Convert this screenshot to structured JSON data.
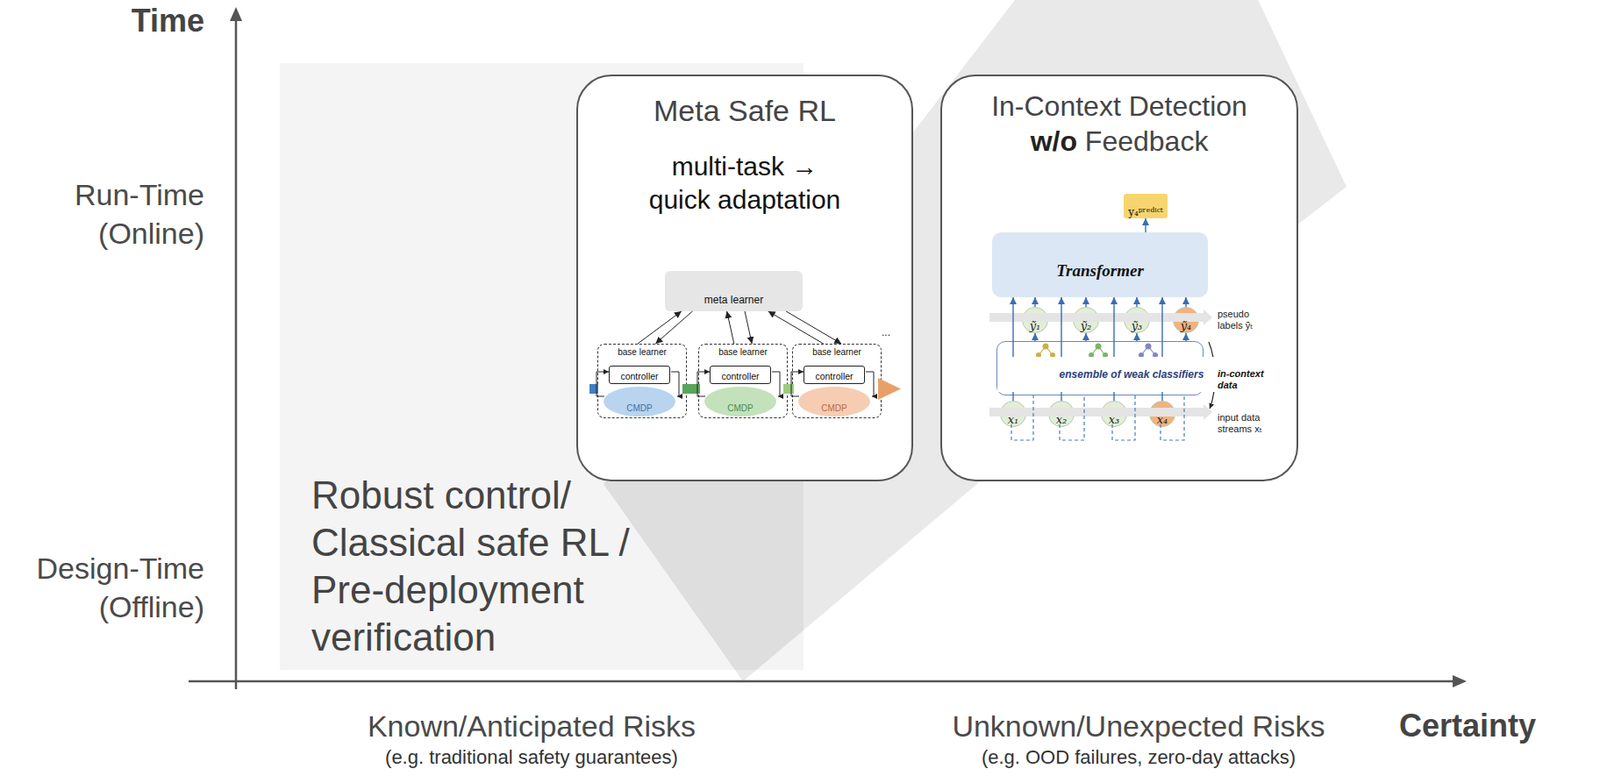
{
  "diagram": {
    "nodes": [
      {
        "text": [
          "Robust control/ Classical safe RL / Pre-deployment verification"
        ]
      },
      {
        "text": [
          "Meta Safe RL",
          "multi-task → quick adaptation"
        ]
      },
      {
        "text": [
          "meta learner"
        ],
        "in": 1
      },
      {
        "text": [
          "base learner"
        ],
        "in": 1
      },
      {
        "text": [
          "controller"
        ],
        "in": 3
      },
      {
        "text": [
          "CMDP"
        ],
        "in": 3
      },
      {
        "text": [
          "base learner"
        ],
        "in": 1
      },
      {
        "text": [
          "controller"
        ],
        "in": 6
      },
      {
        "text": [
          "CMDP"
        ],
        "in": 6
      },
      {
        "text": [
          "base learner"
        ],
        "in": 1
      },
      {
        "text": [
          "controller"
        ],
        "in": 9
      },
      {
        "text": [
          "CMDP"
        ],
        "in": 9
      },
      {
        "text": [
          "In-Context Detection w/o Feedback"
        ]
      },
      {
        "text": [
          "y₄ᵖʳᵉᵈⁱᶜᵗ"
        ],
        "in": 12
      },
      {
        "text": [
          "Transformer"
        ],
        "in": 12
      },
      {
        "text": [
          "ỹ₁"
        ],
        "in": 12
      },
      {
        "text": [
          "ỹ₂"
        ],
        "in": 12
      },
      {
        "text": [
          "ỹ₃"
        ],
        "in": 12
      },
      {
        "text": [
          "ỹ₄"
        ],
        "in": 12
      },
      {
        "text": [
          "ensemble of weak classifiers"
        ],
        "in": 12
      },
      {
        "text": [
          "x₁"
        ],
        "in": 12
      },
      {
        "text": [
          "x₂"
        ],
        "in": 12
      },
      {
        "text": [
          "x₃"
        ],
        "in": 12
      },
      {
        "text": [
          "x₄"
        ],
        "in": 12
      }
    ],
    "edges": [
      {
        "from": 3,
        "to": 2,
        "arrow": "to"
      },
      {
        "from": 2,
        "to": 3,
        "arrow": "to"
      },
      {
        "from": 6,
        "to": 2,
        "arrow": "to"
      },
      {
        "from": 2,
        "to": 6,
        "arrow": "to"
      },
      {
        "from": 9,
        "to": 2,
        "arrow": "to"
      },
      {
        "from": 2,
        "to": 9,
        "arrow": "to"
      },
      {
        "from": 14,
        "to": 13,
        "arrow": "to"
      },
      {
        "from": 20,
        "to": 14,
        "arrow": "to"
      },
      {
        "from": 21,
        "to": 14,
        "arrow": "to"
      },
      {
        "from": 22,
        "to": 14,
        "arrow": "to"
      },
      {
        "from": 23,
        "to": 14,
        "arrow": "to"
      },
      {
        "from": 19,
        "to": 15,
        "arrow": "to"
      },
      {
        "from": 19,
        "to": 16,
        "arrow": "to"
      },
      {
        "from": 19,
        "to": 17,
        "arrow": "to"
      },
      {
        "from": 19,
        "to": 18,
        "arrow": "to"
      },
      {
        "from": 15,
        "to": 14,
        "arrow": "to"
      },
      {
        "from": 16,
        "to": 14,
        "arrow": "to"
      },
      {
        "from": 17,
        "to": 14,
        "arrow": "to"
      },
      {
        "from": 18,
        "to": 14,
        "arrow": "to"
      }
    ],
    "labels": [
      "Time",
      "Run-Time (Online)",
      "Design-Time (Offline)",
      "Known/Anticipated Risks",
      "(e.g. traditional safety guarantees)",
      "Unknown/Unexpected Risks",
      "(e.g. OOD failures, zero-day attacks)",
      "Certainty",
      "...",
      "pseudo labels ỹₜ",
      "in-context data",
      "input data streams xₜ"
    ]
  }
}
